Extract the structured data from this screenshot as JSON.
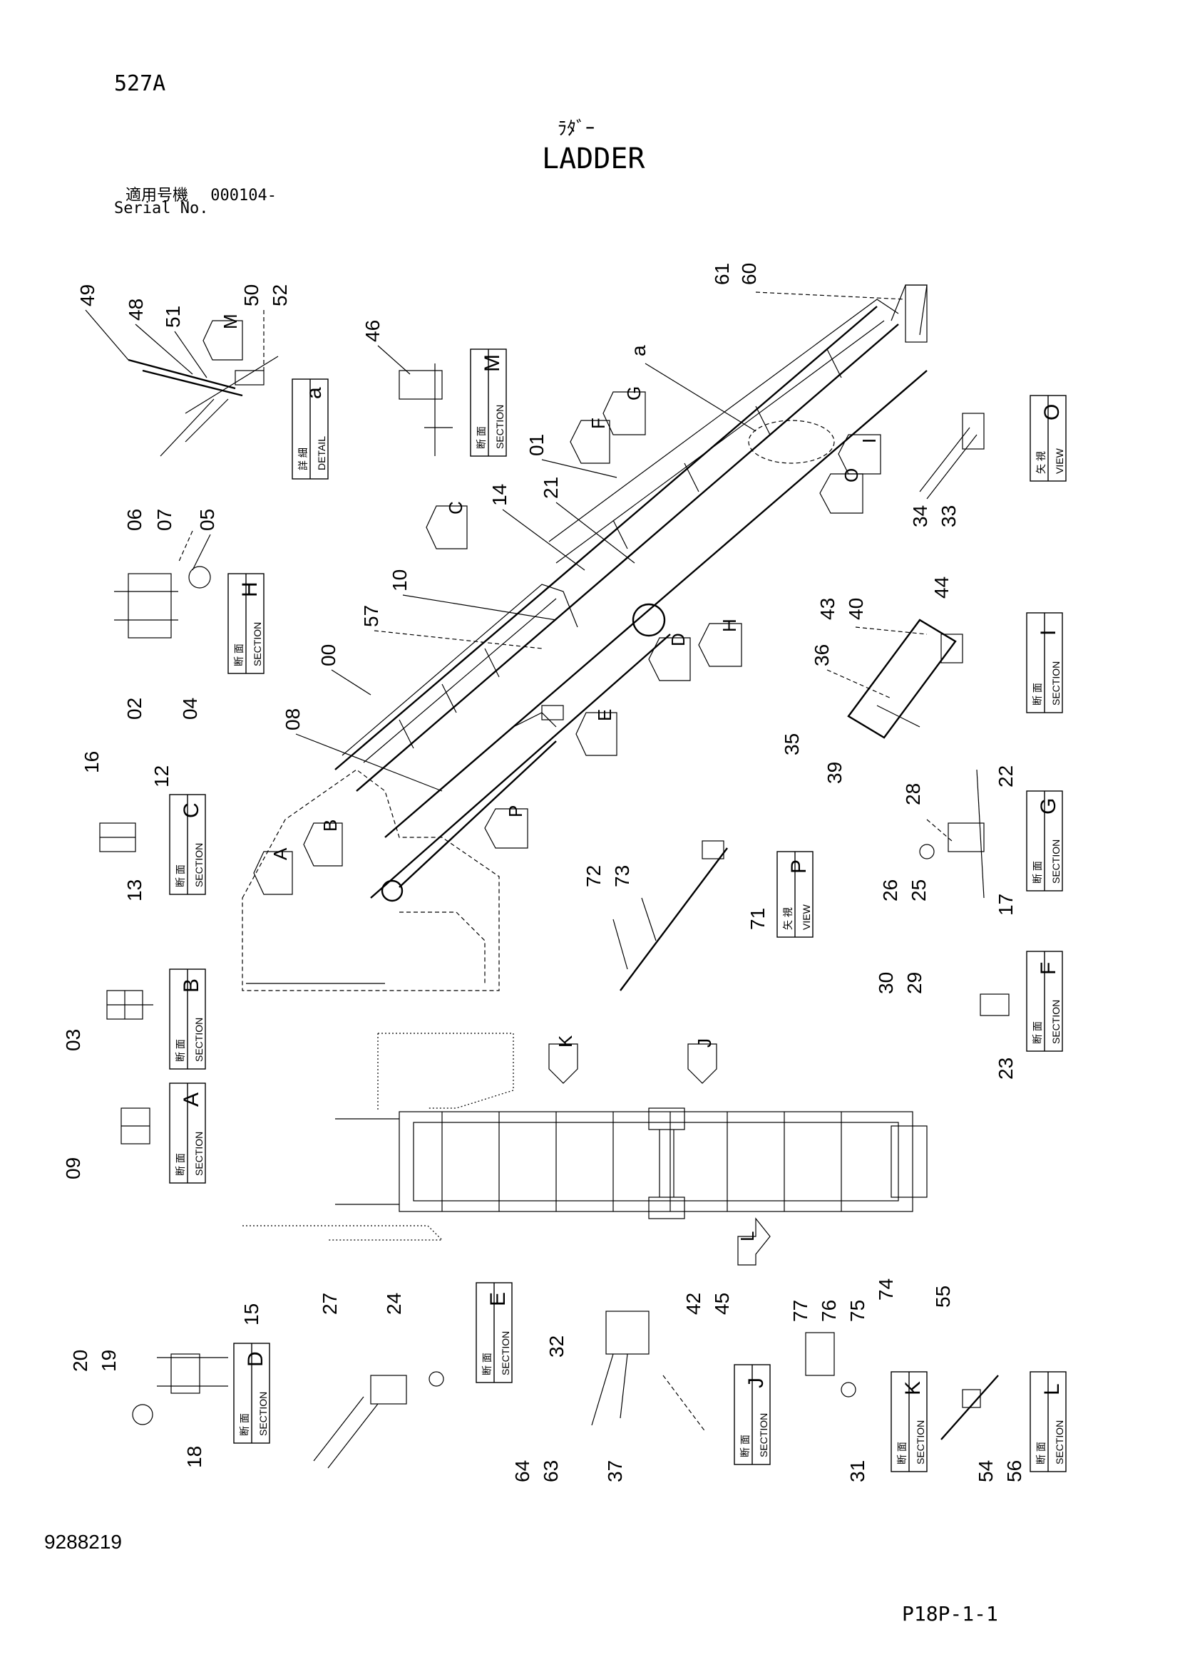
{
  "header": {
    "doc_code": "527A",
    "title_jp": "ﾗﾀﾞｰ",
    "title_en": "LADDER",
    "serial_label_jp": "適用号機",
    "serial_value": "000104-",
    "serial_label_en": "Serial No."
  },
  "footer": {
    "left_code": "9288219",
    "right_code": "P18P-1-1"
  },
  "view_labels": {
    "section_jp": "断 面",
    "section_en": "SECTION",
    "view_jp": "矢 視",
    "view_en": "VIEW",
    "detail_jp": "詳 細",
    "detail_en": "DETAIL"
  },
  "views": [
    {
      "kind": "DETAIL",
      "letter": "a"
    },
    {
      "kind": "SECTION",
      "letter": "M"
    },
    {
      "kind": "VIEW",
      "letter": "O"
    },
    {
      "kind": "SECTION",
      "letter": "H"
    },
    {
      "kind": "SECTION",
      "letter": "I"
    },
    {
      "kind": "SECTION",
      "letter": "C"
    },
    {
      "kind": "SECTION",
      "letter": "G"
    },
    {
      "kind": "VIEW",
      "letter": "P"
    },
    {
      "kind": "SECTION",
      "letter": "B"
    },
    {
      "kind": "SECTION",
      "letter": "F"
    },
    {
      "kind": "SECTION",
      "letter": "A"
    },
    {
      "kind": "SECTION",
      "letter": "E"
    },
    {
      "kind": "SECTION",
      "letter": "D"
    },
    {
      "kind": "SECTION",
      "letter": "J"
    },
    {
      "kind": "SECTION",
      "letter": "K"
    },
    {
      "kind": "SECTION",
      "letter": "L"
    }
  ],
  "arrow_letters": [
    "M",
    "C",
    "F",
    "G",
    "O",
    "I",
    "D",
    "H",
    "E",
    "B",
    "A",
    "P",
    "K",
    "J",
    "L"
  ],
  "detail_marker": "a",
  "part_numbers": [
    "49",
    "48",
    "51",
    "50",
    "52",
    "46",
    "61",
    "60",
    "01",
    "21",
    "14",
    "05",
    "06",
    "07",
    "10",
    "57",
    "00",
    "08",
    "02",
    "04",
    "16",
    "12",
    "13",
    "03",
    "09",
    "43",
    "40",
    "44",
    "36",
    "35",
    "39",
    "28",
    "22",
    "26",
    "25",
    "17",
    "72",
    "73",
    "71",
    "30",
    "29",
    "23",
    "34",
    "33",
    "27",
    "24",
    "20",
    "19",
    "15",
    "18",
    "32",
    "42",
    "45",
    "64",
    "63",
    "37",
    "77",
    "76",
    "75",
    "74",
    "31",
    "55",
    "54",
    "56"
  ]
}
